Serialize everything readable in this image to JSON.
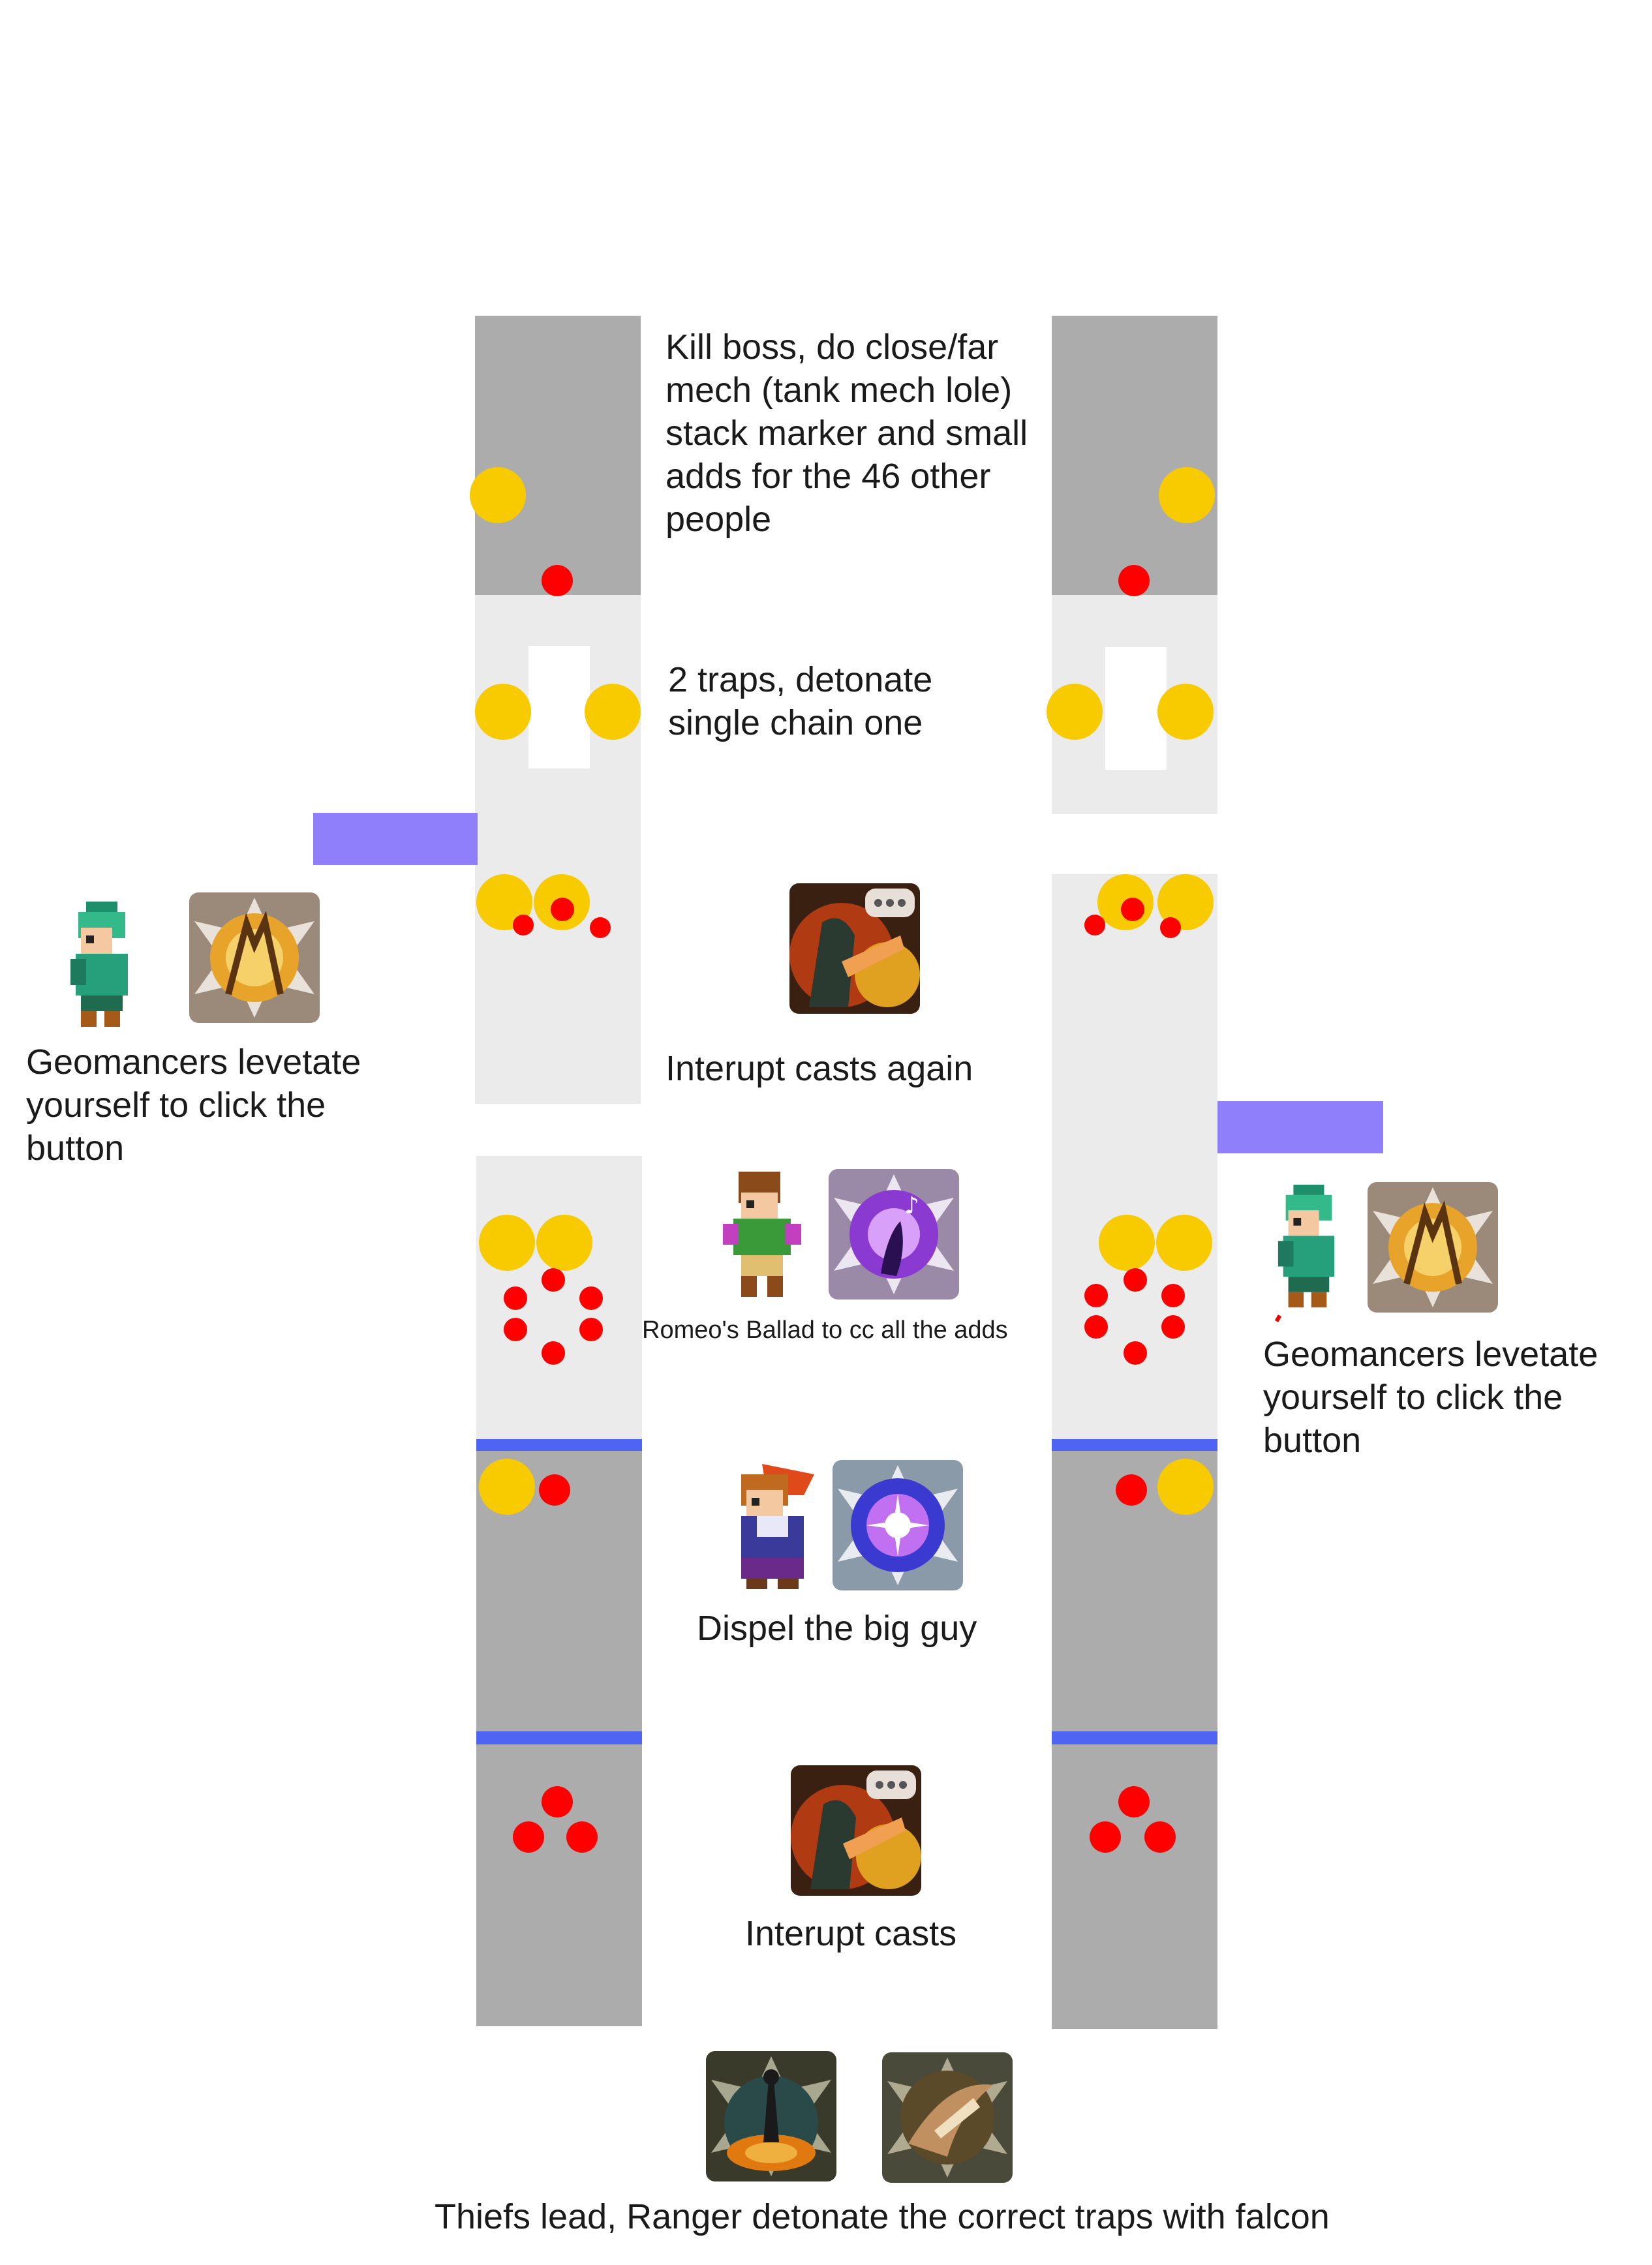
{
  "annotations": {
    "kill_boss": "Kill boss, do close/far mech (tank mech lole) stack marker and small adds for the 46 other people",
    "traps": "2 traps, detonate single chain one",
    "interrupt_again": "Interupt casts again",
    "geomancer_left": "Geomancers levetate yourself to click the button",
    "geomancer_right": "Geomancers levetate yourself to click the button",
    "romeo": "Romeo's Ballad to cc all the adds",
    "dispel": "Dispel the big guy",
    "interrupt": "Interupt casts",
    "thiefs": "Thiefs lead, Ranger detonate the correct traps with falcon"
  },
  "icons": [
    "geomancer-sprite",
    "levitate-skill-icon",
    "interrupt-skill-icon",
    "bard-sprite",
    "romeos-ballad-icon",
    "red-mage-sprite",
    "dispel-icon",
    "thief-lead-icon",
    "ranger-falcon-icon"
  ],
  "colors": {
    "lane_dark": "#acacac",
    "lane_light": "#ebebeb",
    "player_marker": "#f7cb00",
    "enemy_marker": "#ff0000",
    "barrier_line": "#5064f4",
    "button_bar": "#8f7ffb"
  }
}
